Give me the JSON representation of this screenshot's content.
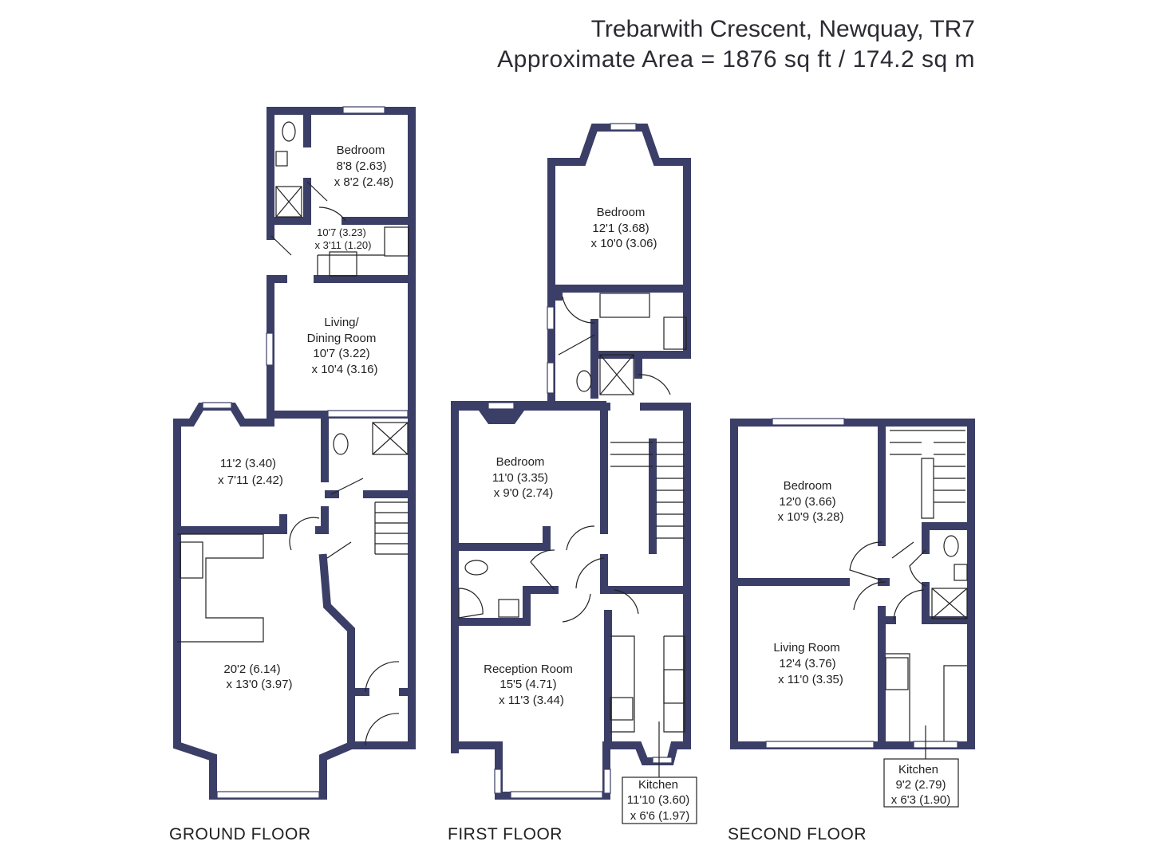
{
  "header": {
    "address": "Trebarwith Crescent, Newquay, TR7",
    "area": "Approximate Area = 1876 sq ft / 174.2 sq m"
  },
  "floors": {
    "ground": {
      "label": "GROUND FLOOR",
      "rooms": [
        {
          "name": "Bedroom",
          "dim1": "8'8 (2.63)",
          "dim2": "x 8'2 (2.48)"
        },
        {
          "name": "",
          "dim1": "10'7 (3.23)",
          "dim2": "x 3'11 (1.20)"
        },
        {
          "name": "Living/",
          "name2": "Dining Room",
          "dim1": "10'7 (3.22)",
          "dim2": "x 10'4 (3.16)"
        },
        {
          "name": "",
          "dim1": "11'2 (3.40)",
          "dim2": "x 7'11 (2.42)"
        },
        {
          "name": "",
          "dim1": "20'2 (6.14)",
          "dim2": "x 13'0 (3.97)"
        }
      ]
    },
    "first": {
      "label": "FIRST FLOOR",
      "rooms": [
        {
          "name": "Bedroom",
          "dim1": "12'1 (3.68)",
          "dim2": "x 10'0 (3.06)"
        },
        {
          "name": "Bedroom",
          "dim1": "11'0 (3.35)",
          "dim2": "x 9'0 (2.74)"
        },
        {
          "name": "Reception Room",
          "dim1": "15'5 (4.71)",
          "dim2": "x 11'3 (3.44)"
        },
        {
          "name": "Kitchen",
          "dim1": "11'10 (3.60)",
          "dim2": "x 6'6 (1.97)"
        }
      ]
    },
    "second": {
      "label": "SECOND FLOOR",
      "rooms": [
        {
          "name": "Bedroom",
          "dim1": "12'0 (3.66)",
          "dim2": "x 10'9 (3.28)"
        },
        {
          "name": "Living Room",
          "dim1": "12'4 (3.76)",
          "dim2": "x 11'0 (3.35)"
        },
        {
          "name": "Kitchen",
          "dim1": "9'2 (2.79)",
          "dim2": "x 6'3 (1.90)"
        }
      ]
    }
  },
  "colors": {
    "wall": "#3b3e66",
    "text": "#222222"
  }
}
